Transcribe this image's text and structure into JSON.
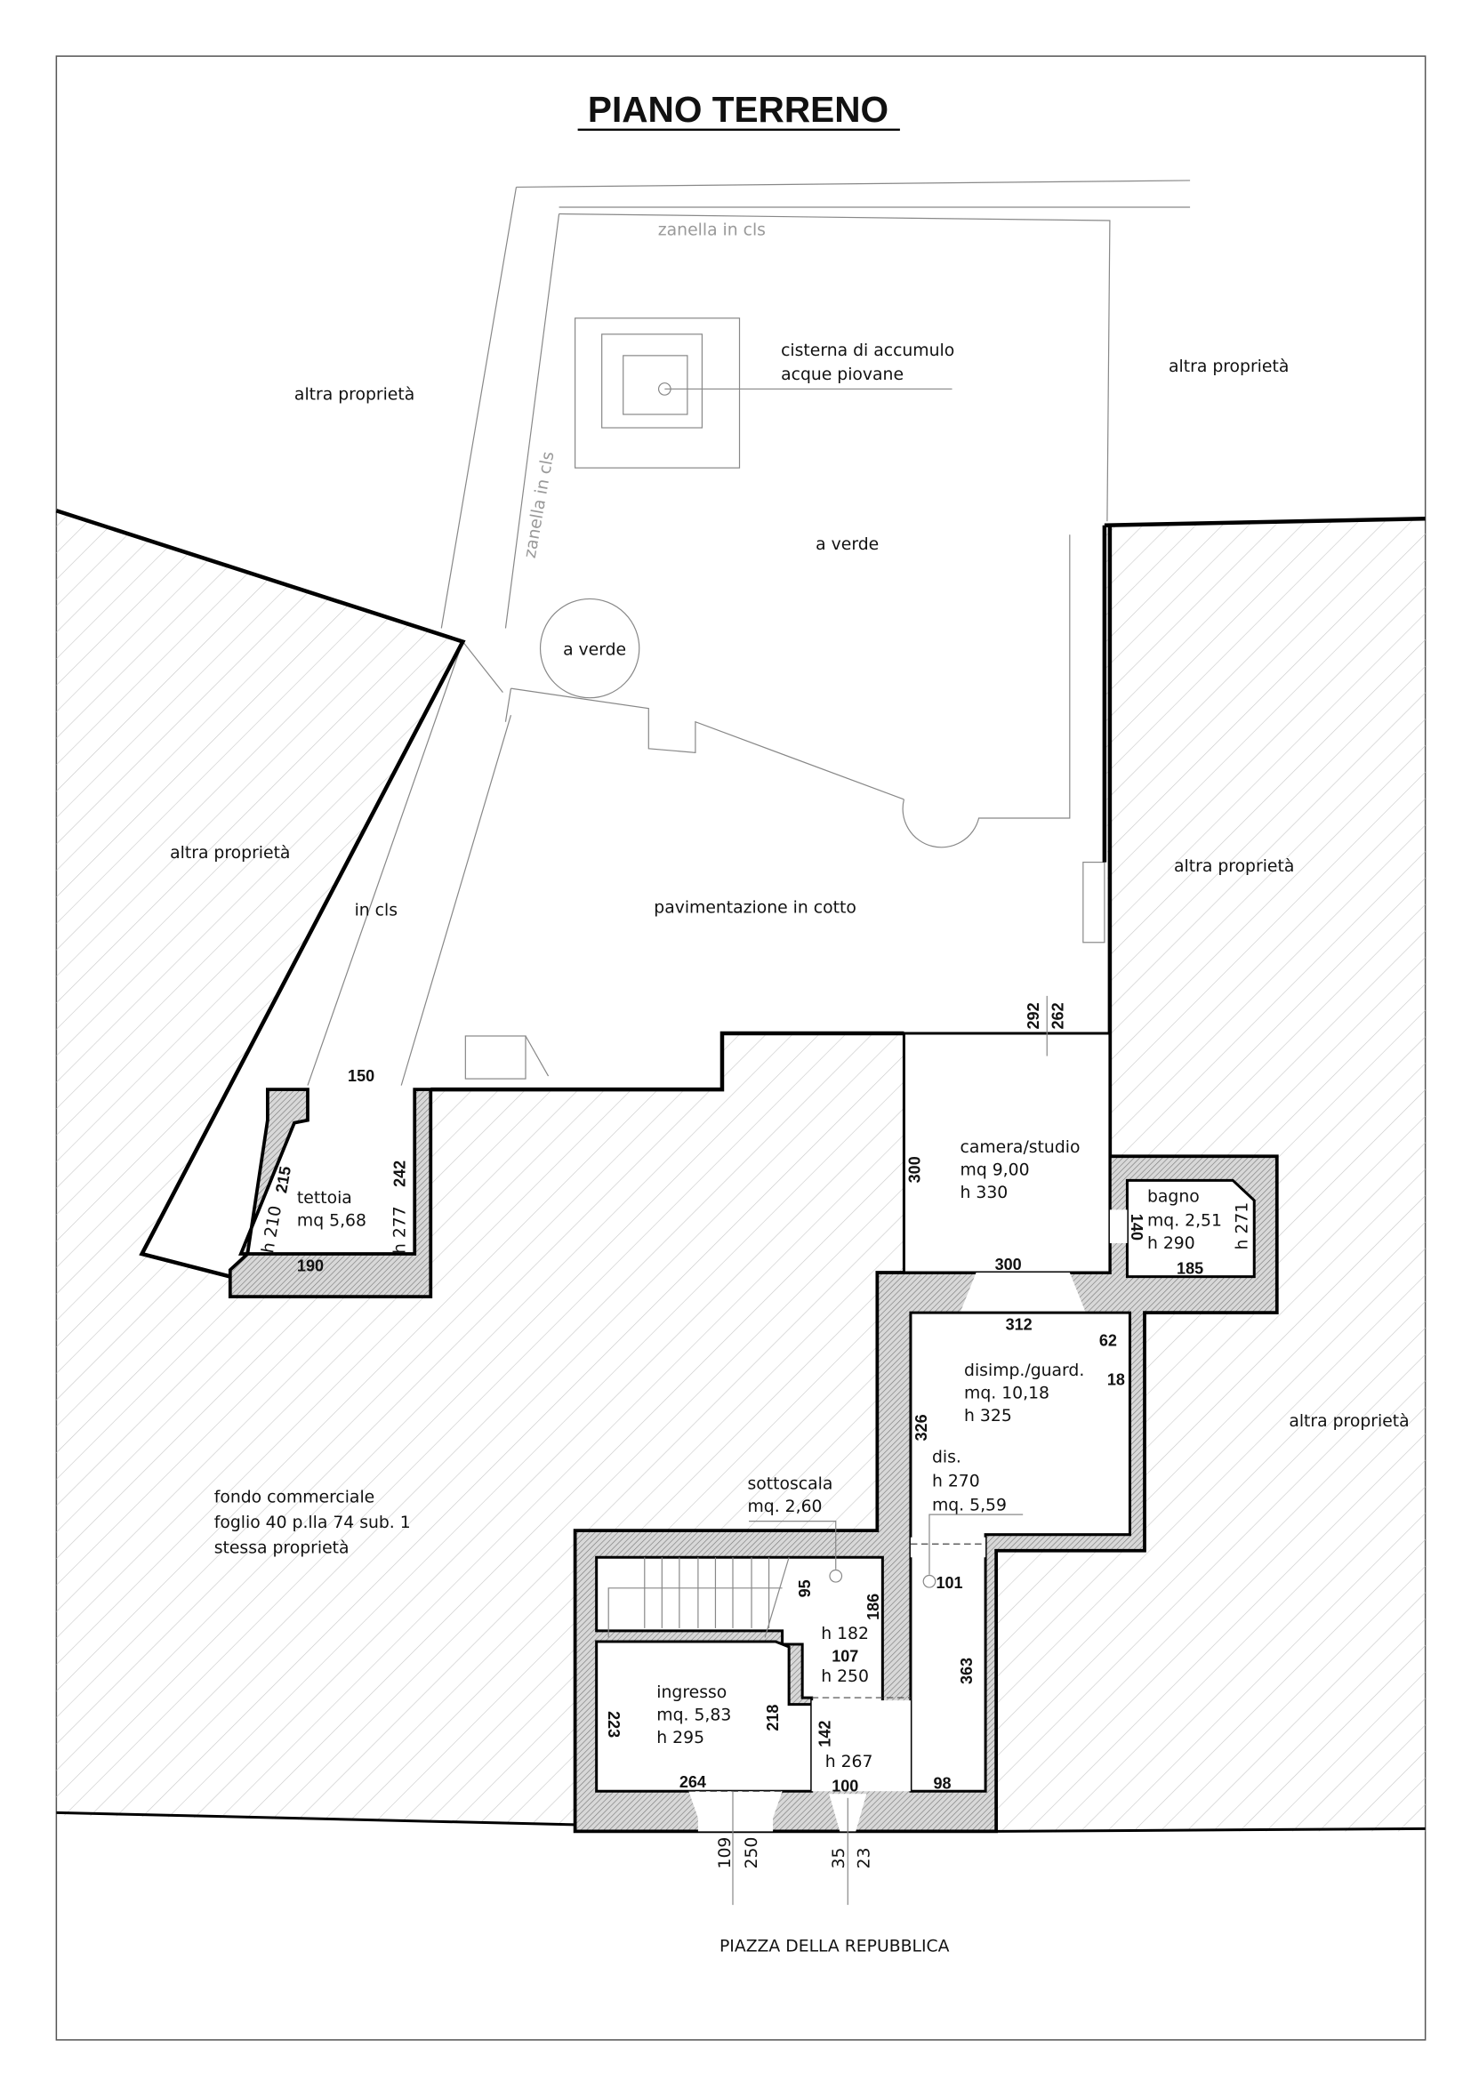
{
  "title": "PIANO TERRENO",
  "street": "PIAZZA DELLA REPUBBLICA",
  "outside": {
    "altra_nw": "altra proprietà",
    "altra_ne": "altra proprietà",
    "altra_w": "altra proprietà",
    "altra_e": "altra proprietà",
    "altra_se": "altra proprietà",
    "fondo_1": "fondo commerciale",
    "fondo_2": "foglio 40 p.lla 74 sub. 1",
    "fondo_3": "stessa proprietà"
  },
  "courtyard": {
    "zanella_top": "zanella in cls",
    "zanella_side": "zanella in cls",
    "cisterna_1": "cisterna di accumulo",
    "cisterna_2": "acque piovane",
    "verde_main": "a verde",
    "verde_round": "a verde",
    "pavimentazione": "pavimentazione in cotto",
    "in_cls": "in cls",
    "dim_292": "292",
    "dim_262": "262"
  },
  "rooms": {
    "tettoia": {
      "name": "tettoia",
      "area": "mq 5,68",
      "h_left": "h 210",
      "h_right": "h 277",
      "d150": "150",
      "d215": "215",
      "d242": "242",
      "d190": "190"
    },
    "camera": {
      "name": "camera/studio",
      "area": "mq 9,00",
      "h": "h 330",
      "d300v": "300",
      "d300h": "300"
    },
    "bagno": {
      "name": "bagno",
      "area": "mq. 2,51",
      "h": "h 290",
      "d140": "140",
      "d185": "185",
      "h271": "h 271"
    },
    "disimp": {
      "name": "disimp./guard.",
      "area": "mq. 10,18",
      "h": "h 325",
      "d312": "312",
      "d62": "62",
      "d18": "18",
      "d326": "326"
    },
    "dis": {
      "name": "dis.",
      "h": "h 270",
      "area": "mq. 5,59",
      "d101": "101",
      "d363": "363",
      "d98": "98"
    },
    "sottoscala": {
      "name": "sottoscala",
      "area": "mq. 2,60",
      "d95": "95",
      "d186": "186",
      "h182": "h 182",
      "d107": "107",
      "h250": "h 250"
    },
    "ingresso": {
      "name": "ingresso",
      "area": "mq. 5,83",
      "h": "h 295",
      "d223": "223",
      "d218": "218",
      "d264": "264"
    },
    "corridor": {
      "d142": "142",
      "h267": "h 267",
      "d100": "100"
    },
    "openings": {
      "d109": "109",
      "d250": "250",
      "d35": "35",
      "d23": "23"
    }
  }
}
